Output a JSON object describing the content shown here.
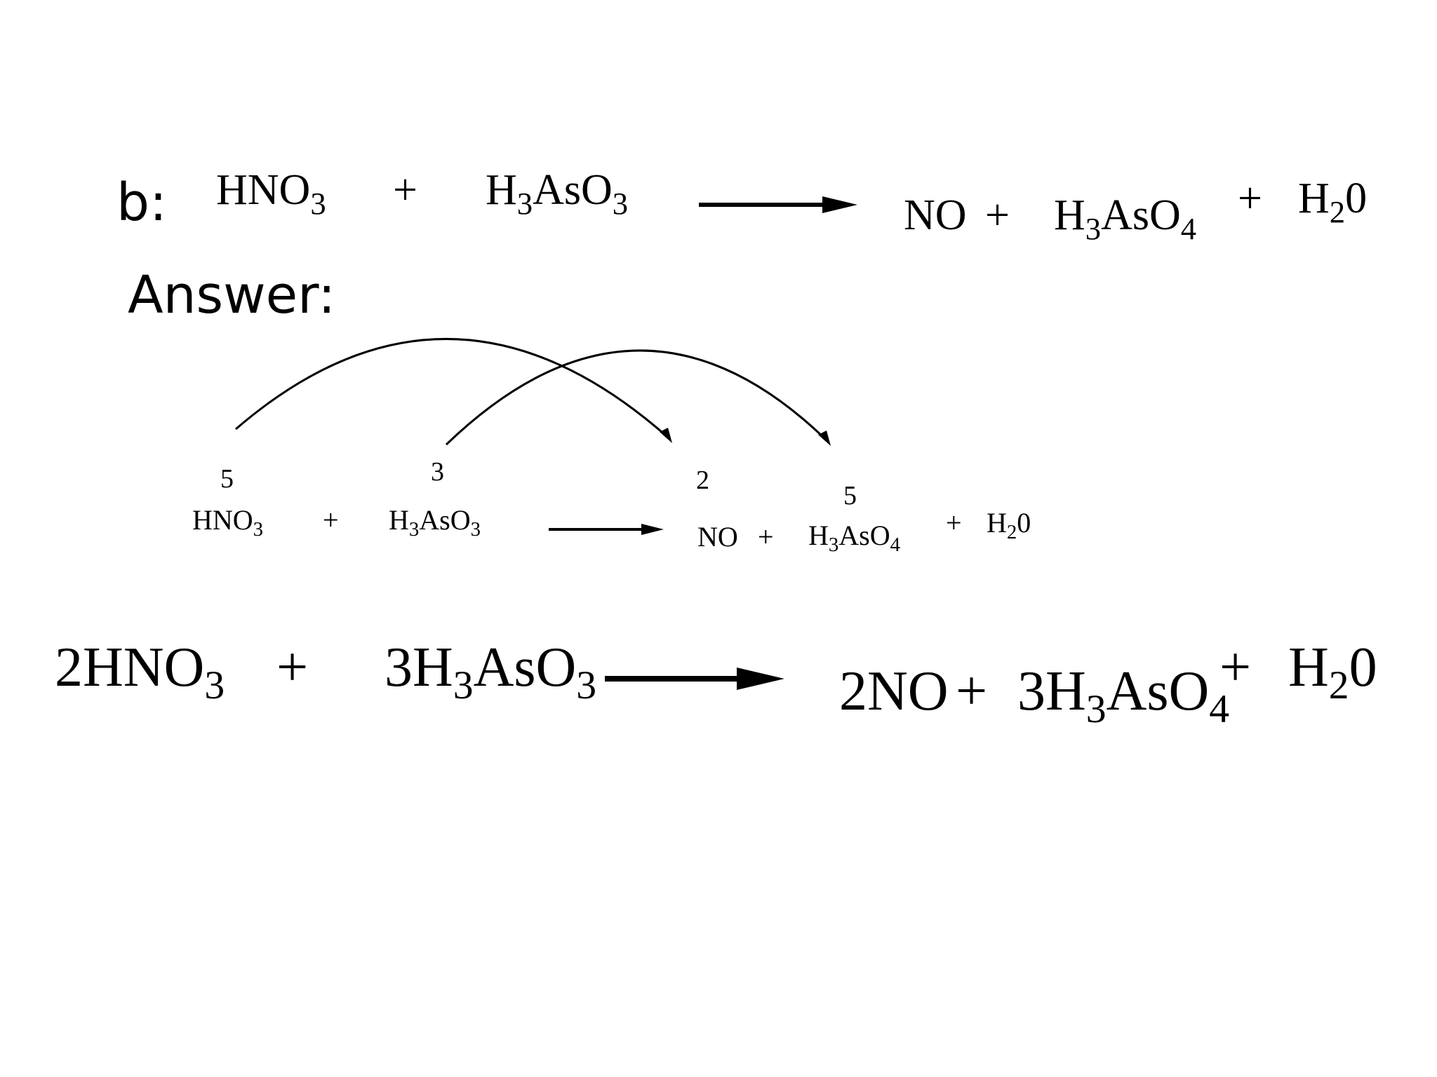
{
  "question_label": "b:",
  "answer_label": "Answer:",
  "question_equation": {
    "r1": {
      "a": "HNO",
      "s": "3"
    },
    "plus1": "+",
    "r2": {
      "a": "H",
      "s1": "3",
      "b": "AsO",
      "s2": "3"
    },
    "p1": "NO",
    "plus2": "+",
    "p2": {
      "a": "H",
      "s1": "3",
      "b": "AsO",
      "s2": "4"
    },
    "plus3": "+",
    "p3": {
      "a": "H",
      "s": "2",
      "b": "0"
    }
  },
  "electron_transfer": {
    "n_hno3": "5",
    "n_h3aso3": "3",
    "n_no": "2",
    "n_h3aso4": "5",
    "r1": {
      "a": "HNO",
      "s": "3"
    },
    "plus1": "+",
    "r2": {
      "a": "H",
      "s1": "3",
      "b": "AsO",
      "s2": "3"
    },
    "p1": "NO",
    "plus2": "+",
    "p2": {
      "a": "H",
      "s1": "3",
      "b": "AsO",
      "s2": "4"
    },
    "plus3": "+",
    "p3": {
      "a": "H",
      "s": "2",
      "b": "0"
    }
  },
  "balanced_equation": {
    "r1": {
      "c": "2",
      "a": "HNO",
      "s": "3"
    },
    "plus1": "+",
    "r2": {
      "c": "3",
      "a": "H",
      "s1": "3",
      "b": "AsO",
      "s2": "3"
    },
    "p1": {
      "c": "2",
      "a": "NO"
    },
    "plus2": "+",
    "p2": {
      "c": "3",
      "a": "H",
      "s1": "3",
      "b": "AsO",
      "s2": "4"
    },
    "plus3": "+",
    "p3": {
      "a": "H",
      "s": "2",
      "b": "0"
    }
  }
}
